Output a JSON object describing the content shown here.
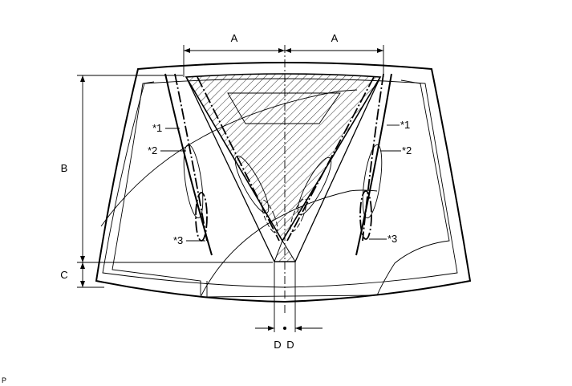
{
  "labels": {
    "dim_a": "A",
    "dim_b": "B",
    "dim_c": "C",
    "dim_d": "D",
    "zone_1": "*1",
    "zone_2": "*2",
    "zone_3": "*3",
    "corner_mark": "P"
  },
  "colors": {
    "line": "#000000",
    "background": "#ffffff"
  }
}
